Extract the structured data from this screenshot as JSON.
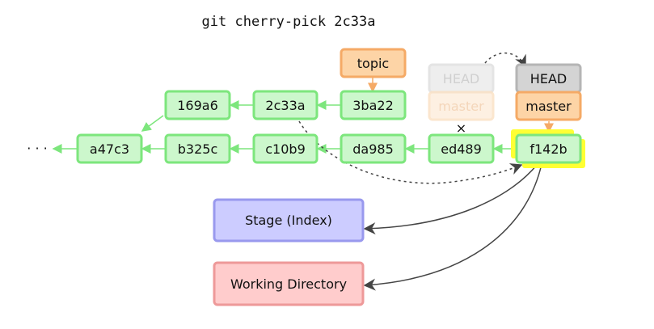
{
  "command": "git cherry-pick 2c33a",
  "ellipsis": "· · ·",
  "commits": {
    "a47c3": "a47c3",
    "b325c": "b325c",
    "c10b9": "c10b9",
    "da985": "da985",
    "ed489": "ed489",
    "f142b": "f142b",
    "c169a6": "169a6",
    "c2c33a": "2c33a",
    "c3ba22": "3ba22"
  },
  "refs": {
    "topic": "topic",
    "old_head": "HEAD",
    "old_master": "master",
    "new_head": "HEAD",
    "new_master": "master"
  },
  "removed_marker": "×",
  "areas": {
    "stage": "Stage (Index)",
    "working": "Working Directory"
  },
  "colors": {
    "commit_fill": "#ccf7cc",
    "commit_stroke": "#7de67d",
    "head_fill": "#d4d4d4",
    "head_stroke": "#b5b5b5",
    "branch_fill": "#fdd4a6",
    "branch_stroke": "#f5aa66",
    "highlight": "#ffff33",
    "stage_fill": "#ccccff",
    "stage_stroke": "#9999ee",
    "working_fill": "#ffcccc",
    "working_stroke": "#ee9999",
    "edge": "#444444"
  }
}
